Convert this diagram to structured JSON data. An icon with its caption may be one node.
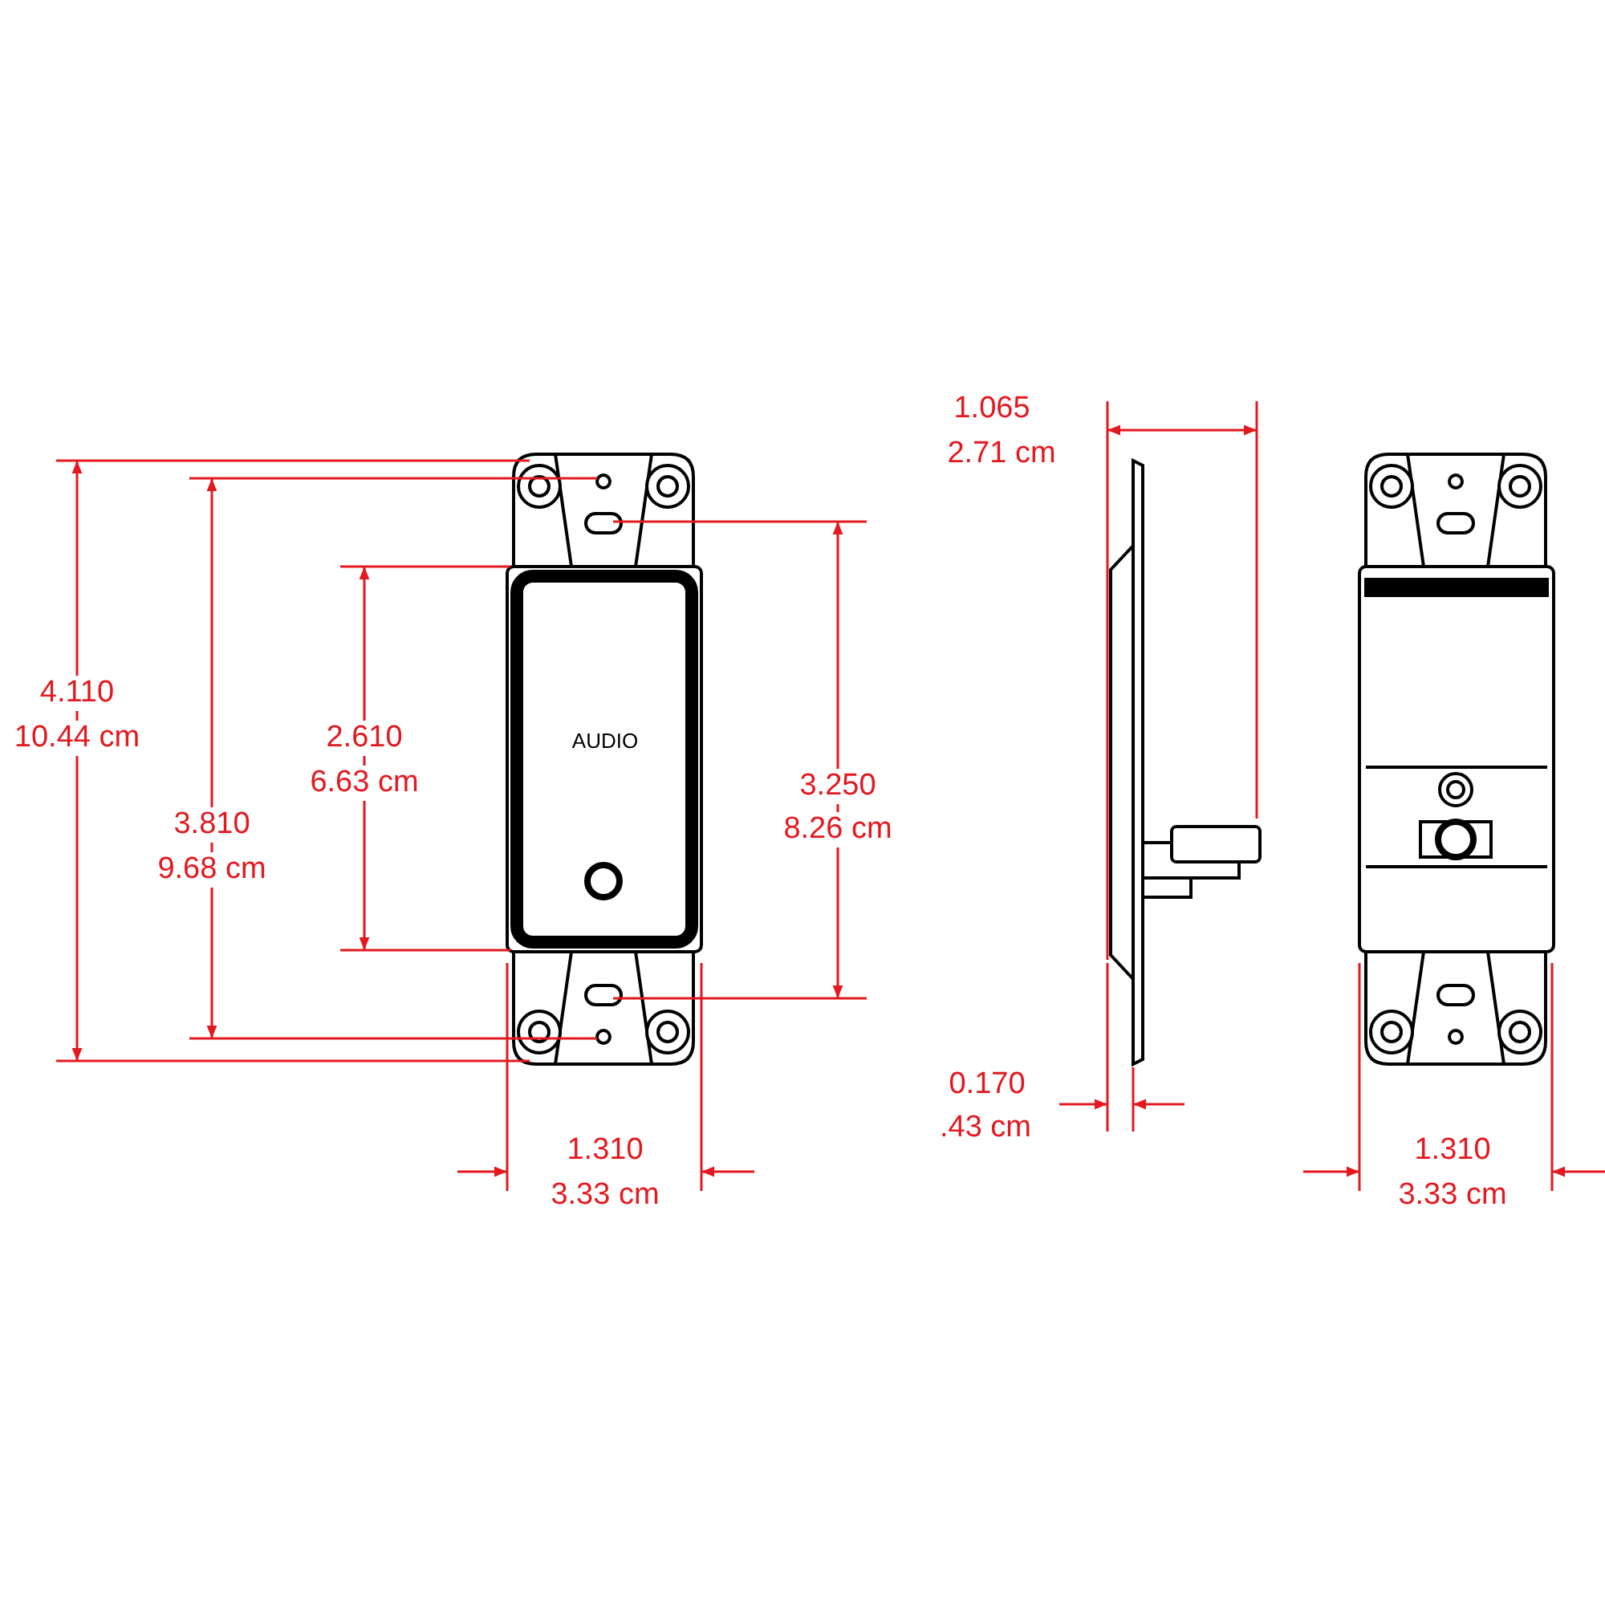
{
  "diagram": {
    "labels": [
      "1.065",
      "2.71 cm",
      "4.110",
      "10.44 cm",
      "2.610",
      "6.63 cm",
      "AUDIO",
      "3.250",
      "8.26 cm",
      "3.810",
      "9.68 cm",
      "0.170",
      ".43 cm",
      "1.310",
      "3.33 cm",
      "1.310",
      "3.33 cm"
    ]
  }
}
